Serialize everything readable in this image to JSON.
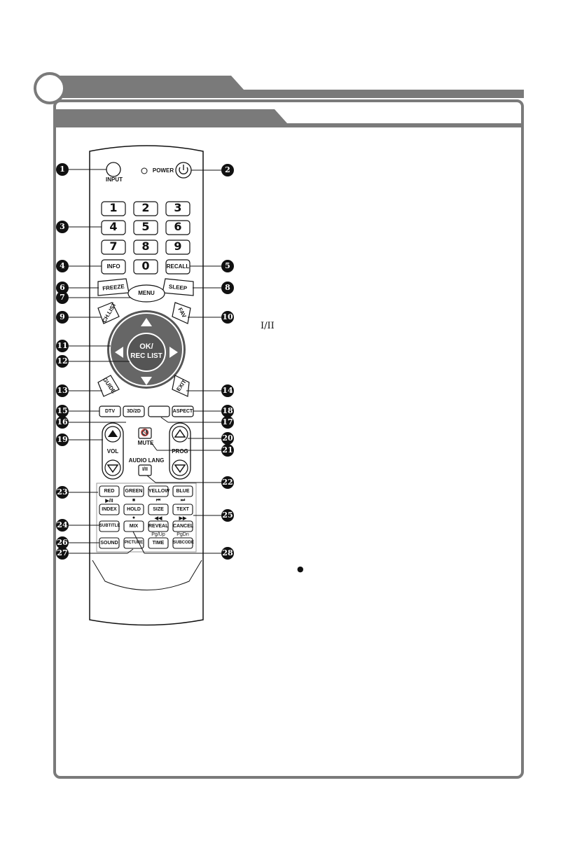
{
  "remote": {
    "input": "INPUT",
    "power": "POWER",
    "digits": [
      "1",
      "2",
      "3",
      "4",
      "5",
      "6",
      "7",
      "8",
      "9",
      "0"
    ],
    "info": "INFO",
    "recall": "RECALL",
    "freeze": "FREEZE",
    "menu": "MENU",
    "sleep": "SLEEP",
    "chlist": "CH.LIST",
    "fav": "FAV",
    "ok": "OK/",
    "reclist": "REC LIST",
    "guide": "GUIDE",
    "exit": "EXIT",
    "dtv": "DTV",
    "3d2d": "3D/2D",
    "aspect": "ASPECT",
    "mute": "MUTE",
    "vol": "VOL",
    "prog": "PROG",
    "audiolang": "AUDIO LANG",
    "i_ii": "I/II",
    "red": "RED",
    "green": "GREEN",
    "yellow": "YELLOW",
    "blue": "BLUE",
    "index": "INDEX",
    "hold": "HOLD",
    "size": "SIZE",
    "text": "TEXT",
    "subtitle": "SUBTITLE",
    "mix": "MIX",
    "reveal": "REVEAL",
    "cancel": "CANCEL",
    "sound": "SOUND",
    "picture": "PICTURE",
    "time": "TIME",
    "subcode": "SUBCODE",
    "pgup": "Pg/Up",
    "pgdn": "PgDn",
    "play_pause": "▶/II",
    "stop": "■",
    "prev": "⏮",
    "next": "⏭",
    "rew": "◀◀",
    "ff": "▶▶",
    "rec_dot": "●"
  },
  "callouts": [
    "1",
    "2",
    "3",
    "4",
    "5",
    "6",
    "7",
    "8",
    "9",
    "10",
    "11",
    "12",
    "13",
    "14",
    "15",
    "16",
    "17",
    "18",
    "19",
    "20",
    "21",
    "22",
    "23",
    "24",
    "25",
    "26",
    "27",
    "28"
  ],
  "notes": {
    "i_ii_text": "I/II",
    "dot": "●"
  }
}
